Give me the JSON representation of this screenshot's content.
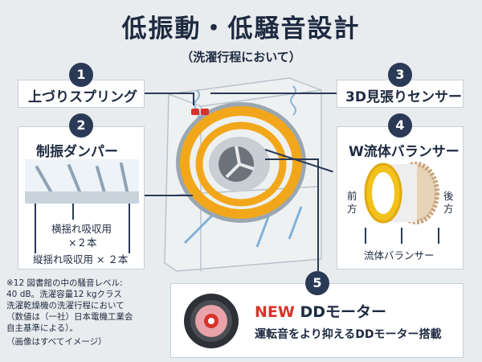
{
  "title": "低振動・低騒音設計",
  "subtitle": "（洗濯行程において）",
  "features": {
    "f1": {
      "num": "1",
      "label": "上づりスプリング"
    },
    "f2": {
      "num": "2",
      "label": "制振ダンパー",
      "damper_lines": [
        "横揺れ吸収用",
        "×２本",
        "縦揺れ吸収用 × ２本"
      ]
    },
    "f3": {
      "num": "3",
      "label": "3D見張りセンサー"
    },
    "f4": {
      "num": "4",
      "label": "W流体バランサー",
      "front": "前\n方",
      "back": "後\n方",
      "balancer": "流体バランサー"
    },
    "f5": {
      "num": "5",
      "label_new": "NEW",
      "label_rest": " DDモーター",
      "desc": "運転音をより抑えるDDモーター搭載"
    }
  },
  "notes": [
    "※12 図書館の中の騒音レベル:",
    "40 dB。洗濯容量12 kgクラス",
    "洗濯乾燥機の洗濯行程において",
    "（数値は（一社）日本電機工業会",
    "自主基準による）。",
    "（画像はすべてイメージ）"
  ],
  "colors": {
    "navy": "#2a3a56",
    "accent_red": "#d8322a",
    "drum_orange": "#f2a71b",
    "box_border": "#c9cfd6"
  }
}
